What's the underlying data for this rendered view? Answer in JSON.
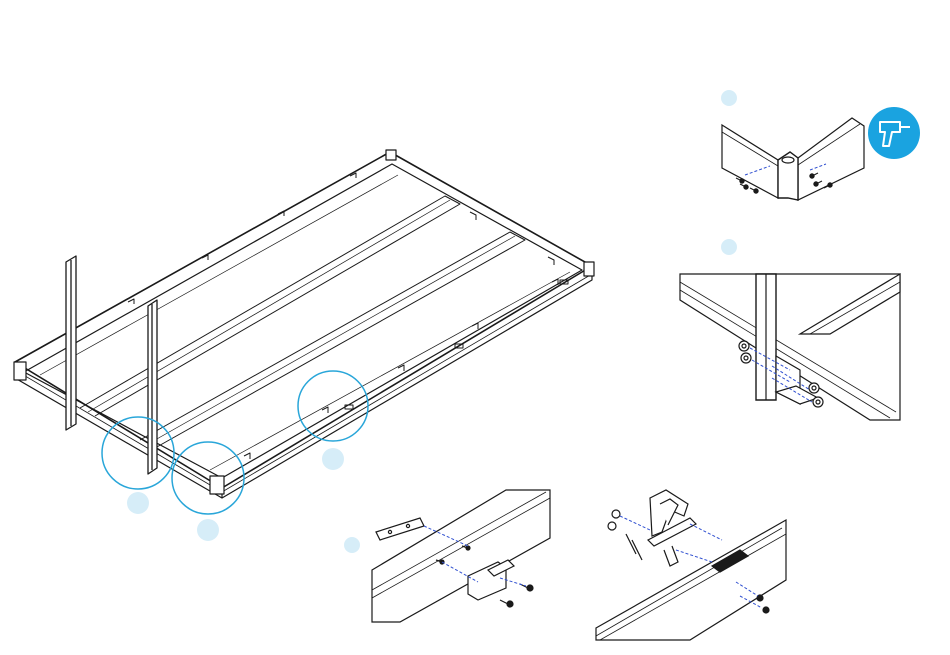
{
  "diagram": {
    "kind": "assembly-instruction",
    "main_view": "frame-assembly-overview",
    "callout_circles": 3,
    "step_markers": 6,
    "tool_icon": "power-drill-icon",
    "colors": {
      "line": "#1a1a1a",
      "callout": "#29a6d9",
      "step_marker": "#d6edf8",
      "tool_badge": "#1aa3e0",
      "guide_line": "#2f4fd0"
    }
  }
}
